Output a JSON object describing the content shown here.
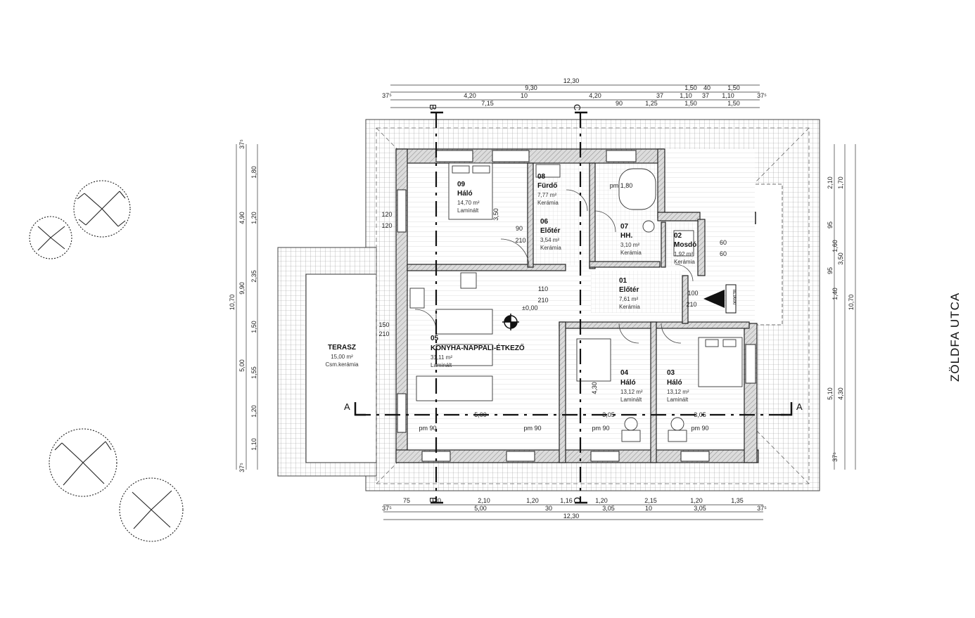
{
  "plan": {
    "street_label": "ZÖLDFA UTCA",
    "section_markers": [
      "A",
      "A",
      "B",
      "B",
      "C",
      "C"
    ],
    "entrance_label": "BEJÁRAT",
    "level_mark": "±0,00",
    "rooms": [
      {
        "id": "room-09",
        "number": "09",
        "name": "Háló",
        "area": "14,70 m²",
        "floor": "Laminált"
      },
      {
        "id": "room-08",
        "number": "08",
        "name": "Fürdő",
        "area": "7,77 m²",
        "floor": "Kerámia"
      },
      {
        "id": "room-06",
        "number": "06",
        "name": "Előtér",
        "area": "3,54 m²",
        "floor": "Kerámia"
      },
      {
        "id": "room-07",
        "number": "07",
        "name": "HH.",
        "area": "3,10 m²",
        "floor": "Kerámia"
      },
      {
        "id": "room-02",
        "number": "02",
        "name": "Mosdó",
        "area": "1,92 m²",
        "floor": "Kerámia"
      },
      {
        "id": "room-01",
        "number": "01",
        "name": "Előtér",
        "area": "7,61 m²",
        "floor": "Kerámia"
      },
      {
        "id": "room-05",
        "number": "05",
        "name": "KONYHA-NAPPALI-ÉTKEZŐ",
        "area": "31,11 m²",
        "floor": "Laminált"
      },
      {
        "id": "room-04",
        "number": "04",
        "name": "Háló",
        "area": "13,12 m²",
        "floor": "Laminált"
      },
      {
        "id": "room-03",
        "number": "03",
        "name": "Háló",
        "area": "13,12 m²",
        "floor": "Laminált"
      },
      {
        "id": "terasz",
        "number": "",
        "name": "TERASZ",
        "area": "15,00 m²",
        "floor": "Csm.kerámia"
      }
    ],
    "top_dims": {
      "overall": "12,30",
      "row2": [
        "9,30",
        "1,50",
        "40",
        "1,50"
      ],
      "row3": [
        "37⁵",
        "4,20",
        "10",
        "4,20",
        "37",
        "1,10",
        "37",
        "1,10",
        "37⁵"
      ],
      "row4": [
        "7,15",
        "90",
        "1,25",
        "1,50",
        "1,50"
      ]
    },
    "bottom_dims": {
      "row1": [
        "75",
        "20",
        "2,10",
        "1,20",
        "1,16",
        "1,20",
        "2,15",
        "1,20",
        "1,35"
      ],
      "row2": [
        "37⁵",
        "5,00",
        "30",
        "3,05",
        "10",
        "3,05",
        "37⁵"
      ],
      "overall": "12,30"
    },
    "left_dims": {
      "overall": "10,70",
      "row2": [
        "37⁵",
        "4,90",
        "9,90",
        "5,00",
        "37⁵"
      ],
      "row3": [
        "1,80",
        "1,20",
        "2,35",
        "1,50",
        "1,55",
        "1,20",
        "1,10"
      ]
    },
    "right_dims": {
      "overall": "10,70",
      "row2": [
        "2,10",
        "3,50",
        "5,10"
      ],
      "row3": [
        "1,70",
        "95",
        "1,60",
        "95",
        "1,40",
        "4,30",
        "37⁵"
      ]
    },
    "inner_dims": [
      "120",
      "120",
      "150",
      "210",
      "90",
      "210",
      "110",
      "210",
      "pm 90",
      "pm 90",
      "pm 90",
      "pm 90",
      "pm 1,80",
      "3,50",
      "4,30",
      "5,00",
      "3,05",
      "3,05",
      "60",
      "60",
      "100",
      "210"
    ]
  }
}
